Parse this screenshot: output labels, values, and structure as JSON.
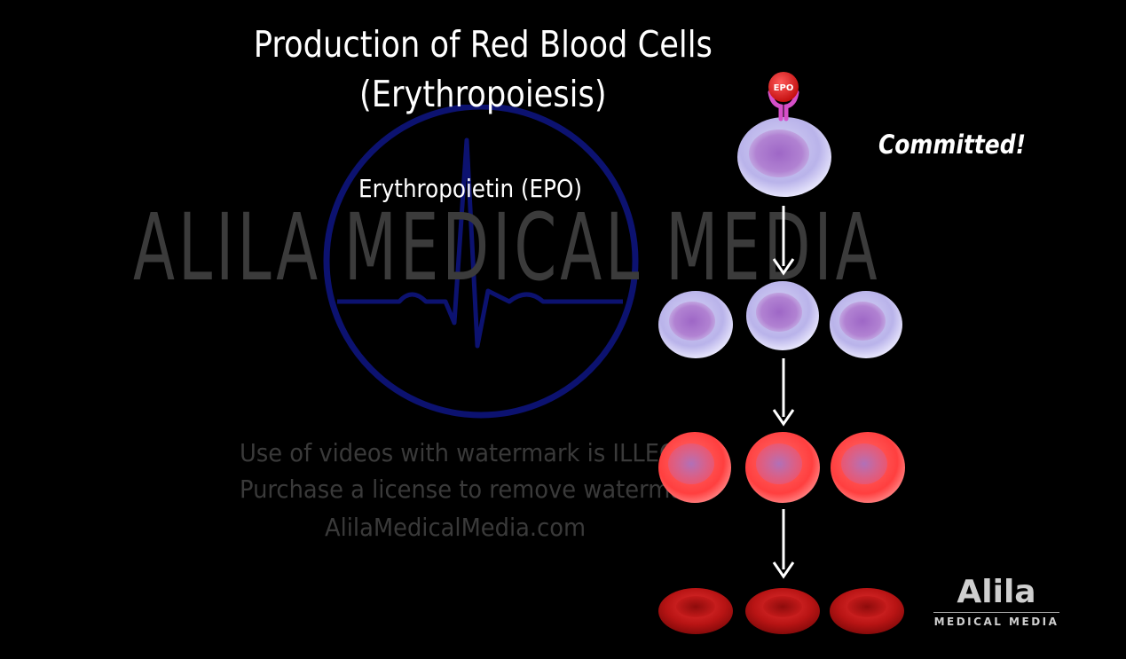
{
  "title_line1": "Production of Red Blood Cells",
  "title_line2": "(Erythropoiesis)",
  "hormone_label": "Erythropoietin (EPO)",
  "receptor_tag": "EPO",
  "committed_label": "Committed!",
  "watermark": {
    "big": "ALILA MEDICAL MEDIA",
    "line1": "Use of videos with watermark is ILLEGAL",
    "line2": "Purchase a license to remove watermark!",
    "line3": "AlilaMedicalMedia.com"
  },
  "logo": {
    "main": "Alila",
    "sub": "MEDICAL MEDIA"
  },
  "colors": {
    "background": "#000000",
    "progenitor_cell": "#c9c4ef",
    "nucleus": "#a877c9",
    "erythroblast": "#ff4a4a",
    "red_blood_cell": "#c41c1c",
    "epo": "#e52222",
    "receptor": "#d64fc9",
    "arrow": "#ffffff"
  }
}
